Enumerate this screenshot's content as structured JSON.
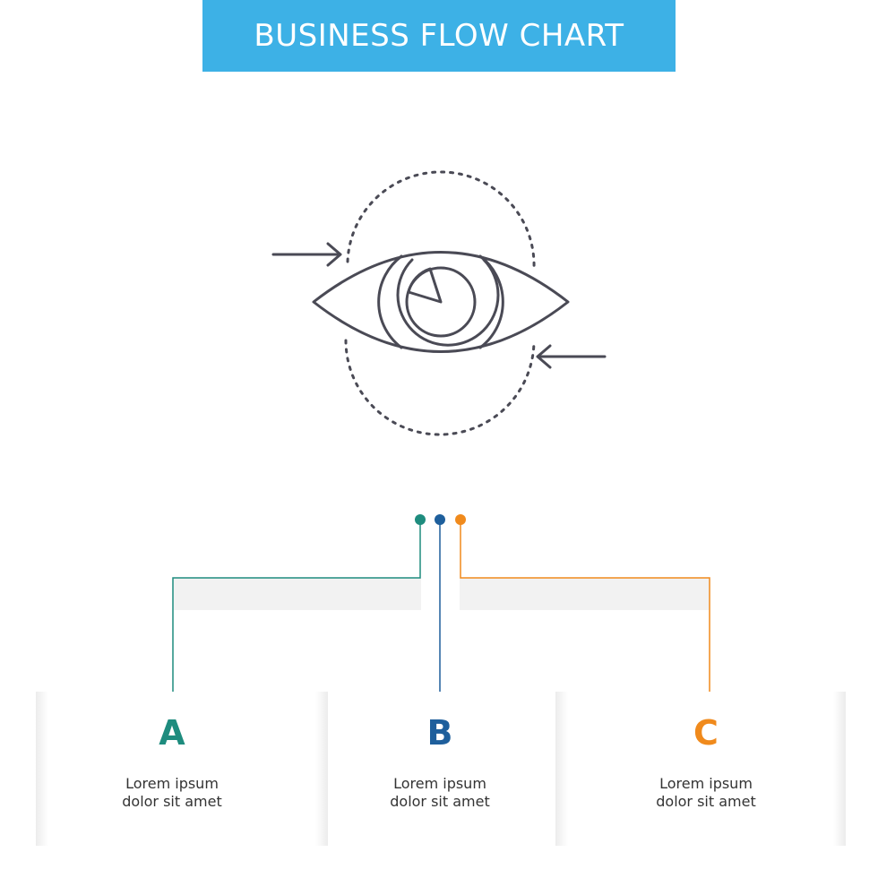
{
  "header": {
    "title": "BUSINESS FLOW CHART",
    "background_color": "#3db1e6"
  },
  "icon": {
    "name": "eye-chart-icon",
    "stroke_color": "#4a4a55"
  },
  "steps": [
    {
      "letter": "A",
      "line1": "Lorem ipsum",
      "line2": "dolor sit amet",
      "color": "#1e8c7e"
    },
    {
      "letter": "B",
      "line1": "Lorem ipsum",
      "line2": "dolor sit amet",
      "color": "#1e5f9c"
    },
    {
      "letter": "C",
      "line1": "Lorem ipsum",
      "line2": "dolor sit amet",
      "color": "#f08a1c"
    }
  ]
}
